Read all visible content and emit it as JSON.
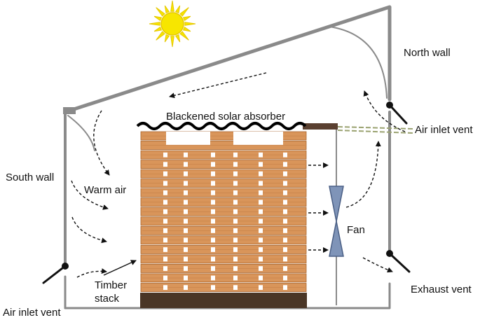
{
  "labels": {
    "north_wall": "North wall",
    "south_wall": "South wall",
    "air_inlet_vent_top": "Air inlet vent",
    "air_inlet_vent_bottom": "Air inlet vent",
    "blackened_solar_absorber": "Blackened solar absorber",
    "warm_air": "Warm air",
    "timber_stack_line1": "Timber",
    "timber_stack_line2": "stack",
    "fan": "Fan",
    "exhaust_vent": "Exhaust vent"
  },
  "icons": {
    "sun": "sun-icon",
    "fan": "fan-icon"
  },
  "colors": {
    "wall": "#8a8a8a",
    "sun_disc": "#f7e600",
    "sun_rays": "#e6c800",
    "timber_light": "#d9955a",
    "timber_dark": "#a8642c",
    "soil": "#4a3626",
    "fan": "#7f94b8",
    "absorber": "#000000"
  }
}
